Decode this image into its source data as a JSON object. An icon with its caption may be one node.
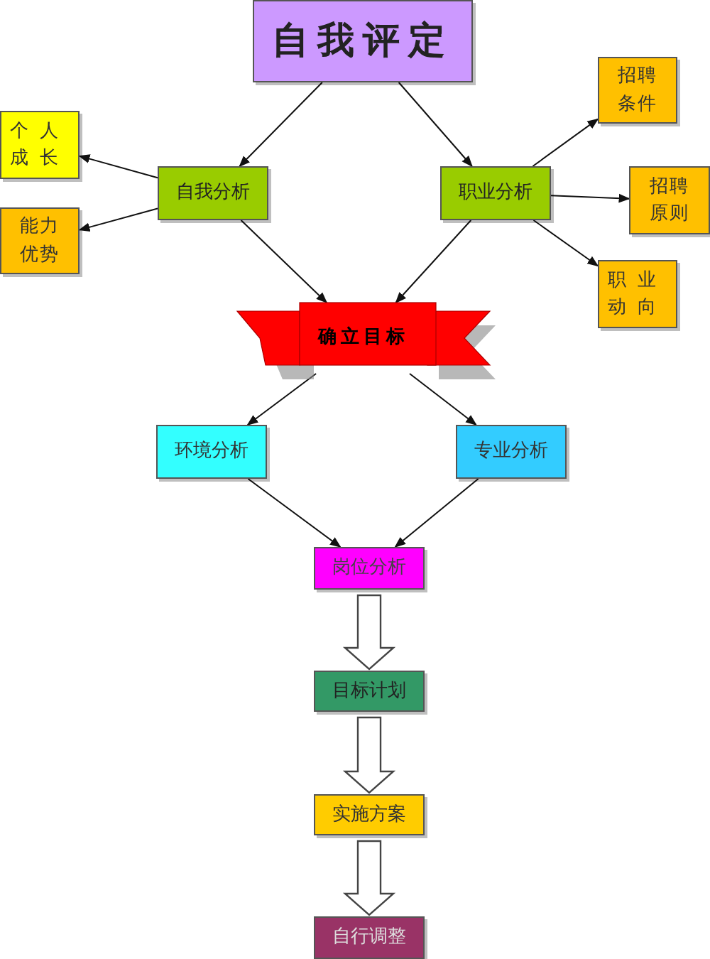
{
  "diagram": {
    "nodes": [
      {
        "text": [
          "自我评定"
        ]
      },
      {
        "text": [
          "个人成长"
        ]
      },
      {
        "text": [
          "能力优势"
        ]
      },
      {
        "text": [
          "自我分析"
        ]
      },
      {
        "text": [
          "职业分析"
        ]
      },
      {
        "text": [
          "招聘条件"
        ]
      },
      {
        "text": [
          "招聘原则"
        ]
      },
      {
        "text": [
          "职业动向"
        ]
      },
      {
        "text": [
          "确立目标"
        ]
      },
      {
        "text": [
          "环境分析"
        ]
      },
      {
        "text": [
          "专业分析"
        ]
      },
      {
        "text": [
          "岗位分析"
        ]
      },
      {
        "text": [
          "目标计划"
        ]
      },
      {
        "text": [
          "实施方案"
        ]
      },
      {
        "text": [
          "自行调整"
        ]
      }
    ],
    "edges": [
      {
        "from": 0,
        "to": 3,
        "arrow": "to"
      },
      {
        "from": 0,
        "to": 4,
        "arrow": "to"
      },
      {
        "from": 3,
        "to": 1,
        "arrow": "to"
      },
      {
        "from": 3,
        "to": 2,
        "arrow": "to"
      },
      {
        "from": 4,
        "to": 5,
        "arrow": "to"
      },
      {
        "from": 4,
        "to": 6,
        "arrow": "to"
      },
      {
        "from": 4,
        "to": 7,
        "arrow": "to"
      },
      {
        "from": 3,
        "to": 8,
        "arrow": "to"
      },
      {
        "from": 4,
        "to": 8,
        "arrow": "to"
      },
      {
        "from": 8,
        "to": 9,
        "arrow": "to"
      },
      {
        "from": 8,
        "to": 10,
        "arrow": "to"
      },
      {
        "from": 9,
        "to": 11,
        "arrow": "to"
      },
      {
        "from": 10,
        "to": 11,
        "arrow": "to"
      },
      {
        "from": 11,
        "to": 12,
        "arrow": "to",
        "style": "thick"
      },
      {
        "from": 12,
        "to": 13,
        "arrow": "to",
        "style": "thick"
      },
      {
        "from": 13,
        "to": 14,
        "arrow": "to",
        "style": "thick"
      }
    ]
  }
}
